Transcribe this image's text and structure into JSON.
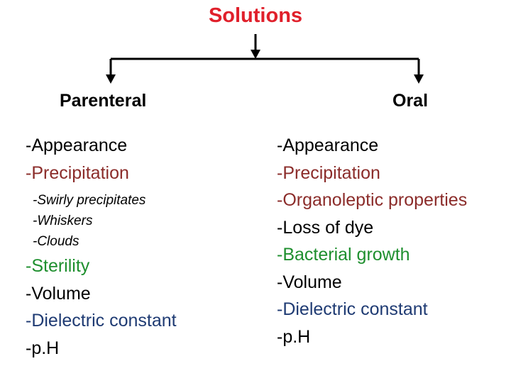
{
  "title": {
    "text": "Solutions",
    "color": "#e0202b"
  },
  "left": {
    "title": "Parenteral",
    "items_top": [
      {
        "text": "-Appearance",
        "color": "#000000"
      },
      {
        "text": "-Precipitation",
        "color": "#8b2c2a"
      }
    ],
    "sub_items": [
      {
        "text": "-Swirly precipitates"
      },
      {
        "text": "-Whiskers"
      },
      {
        "text": "-Clouds"
      }
    ],
    "items_bottom": [
      {
        "text": "-Sterility",
        "color": "#1e8f2e"
      },
      {
        "text": "-Volume",
        "color": "#000000"
      },
      {
        "text": "-Dielectric constant",
        "color": "#1f3b73"
      },
      {
        "text": "-p.H",
        "color": "#000000"
      }
    ]
  },
  "right": {
    "title": "Oral",
    "items": [
      {
        "text": "-Appearance",
        "color": "#000000"
      },
      {
        "text": "-Precipitation",
        "color": "#8b2c2a"
      },
      {
        "text": "-Organoleptic properties",
        "color": "#8b2c2a"
      },
      {
        "text": "-Loss of dye",
        "color": "#000000"
      },
      {
        "text": "-Bacterial growth",
        "color": "#1e8f2e"
      },
      {
        "text": "-Volume",
        "color": "#000000"
      },
      {
        "text": "-Dielectric constant",
        "color": "#1f3b73"
      },
      {
        "text": "-p.H",
        "color": "#000000"
      }
    ]
  }
}
